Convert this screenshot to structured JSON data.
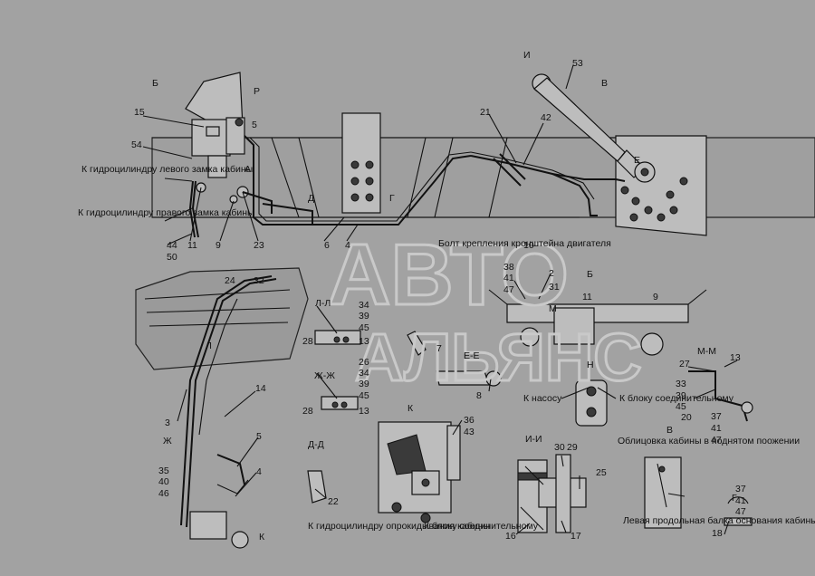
{
  "watermark": {
    "line1": "АВТО",
    "line2": "АЛЬЯНС"
  },
  "labels": {
    "left_lock": "К гидроцилиндру левого замка кабины",
    "right_lock": "К гидроцилиндру правого замка кабины",
    "engine_bolt": "Болт крепления кронштейна двигателя",
    "to_pump": "К насосу",
    "to_block_1": "К блоку соединительному",
    "tilt_cylinder": "К гидроцилиндру опрокидывания кабины",
    "to_block_2": "К блоку соединительному",
    "cab_panel": "Облицовка кабины в поднятом поожении",
    "left_beam": "Левая продольная балка основания кабины"
  },
  "sections": {
    "B_top": "Б",
    "R": "Р",
    "V": "В",
    "A1": "А",
    "D1": "Д",
    "G1": "Г",
    "II": "И",
    "LL": "Л-Л",
    "ZhZh": "Ж-Ж",
    "EE": "Е-Е",
    "DD": "Д-Д",
    "K": "К",
    "II_sec": "И-И",
    "MM": "М-М",
    "V2": "В",
    "G2": "Г",
    "B2": "Б",
    "N": "Н",
    "M": "М",
    "K_bottom": "К",
    "Zh": "Ж",
    "L": "Л",
    "E": "Е"
  },
  "callouts": [
    {
      "id": "c15",
      "text": "15"
    },
    {
      "id": "c54",
      "text": "54"
    },
    {
      "id": "c5a",
      "text": "5"
    },
    {
      "id": "c44",
      "text": "44"
    },
    {
      "id": "c50",
      "text": "50"
    },
    {
      "id": "c11a",
      "text": "11"
    },
    {
      "id": "c9a",
      "text": "9"
    },
    {
      "id": "c23",
      "text": "23"
    },
    {
      "id": "c6",
      "text": "6"
    },
    {
      "id": "c4a",
      "text": "4"
    },
    {
      "id": "c21",
      "text": "21"
    },
    {
      "id": "c42",
      "text": "42"
    },
    {
      "id": "c53",
      "text": "53"
    },
    {
      "id": "c10",
      "text": "10"
    },
    {
      "id": "c38",
      "text": "38"
    },
    {
      "id": "c41a",
      "text": "41"
    },
    {
      "id": "c47a",
      "text": "47"
    },
    {
      "id": "c2",
      "text": "2"
    },
    {
      "id": "c31",
      "text": "31"
    },
    {
      "id": "c11b",
      "text": "11"
    },
    {
      "id": "c9b",
      "text": "9"
    },
    {
      "id": "c24",
      "text": "24"
    },
    {
      "id": "c32",
      "text": "32"
    },
    {
      "id": "c34a",
      "text": "34"
    },
    {
      "id": "c39a",
      "text": "39"
    },
    {
      "id": "c45a",
      "text": "45"
    },
    {
      "id": "c28a",
      "text": "28"
    },
    {
      "id": "c13a",
      "text": "13"
    },
    {
      "id": "c7",
      "text": "7"
    },
    {
      "id": "c26",
      "text": "26"
    },
    {
      "id": "c34b",
      "text": "34"
    },
    {
      "id": "c39b",
      "text": "39"
    },
    {
      "id": "c45b",
      "text": "45"
    },
    {
      "id": "c28b",
      "text": "28"
    },
    {
      "id": "c13b",
      "text": "13"
    },
    {
      "id": "c8",
      "text": "8"
    },
    {
      "id": "c36",
      "text": "36"
    },
    {
      "id": "c43",
      "text": "43"
    },
    {
      "id": "c14",
      "text": "14"
    },
    {
      "id": "c3",
      "text": "3"
    },
    {
      "id": "c5b",
      "text": "5"
    },
    {
      "id": "c35",
      "text": "35"
    },
    {
      "id": "c40",
      "text": "40"
    },
    {
      "id": "c46",
      "text": "46"
    },
    {
      "id": "c4b",
      "text": "4"
    },
    {
      "id": "c22",
      "text": "22"
    },
    {
      "id": "c30",
      "text": "30"
    },
    {
      "id": "c29",
      "text": "29"
    },
    {
      "id": "c25",
      "text": "25"
    },
    {
      "id": "c16",
      "text": "16"
    },
    {
      "id": "c17",
      "text": "17"
    },
    {
      "id": "c27",
      "text": "27"
    },
    {
      "id": "c13c",
      "text": "13"
    },
    {
      "id": "c33",
      "text": "33"
    },
    {
      "id": "c39c",
      "text": "39"
    },
    {
      "id": "c45c",
      "text": "45"
    },
    {
      "id": "c20",
      "text": "20"
    },
    {
      "id": "c37a",
      "text": "37"
    },
    {
      "id": "c41b",
      "text": "41"
    },
    {
      "id": "c47b",
      "text": "47"
    },
    {
      "id": "c37b",
      "text": "37"
    },
    {
      "id": "c41c",
      "text": "41"
    },
    {
      "id": "c47c",
      "text": "47"
    },
    {
      "id": "c18",
      "text": "18"
    }
  ]
}
